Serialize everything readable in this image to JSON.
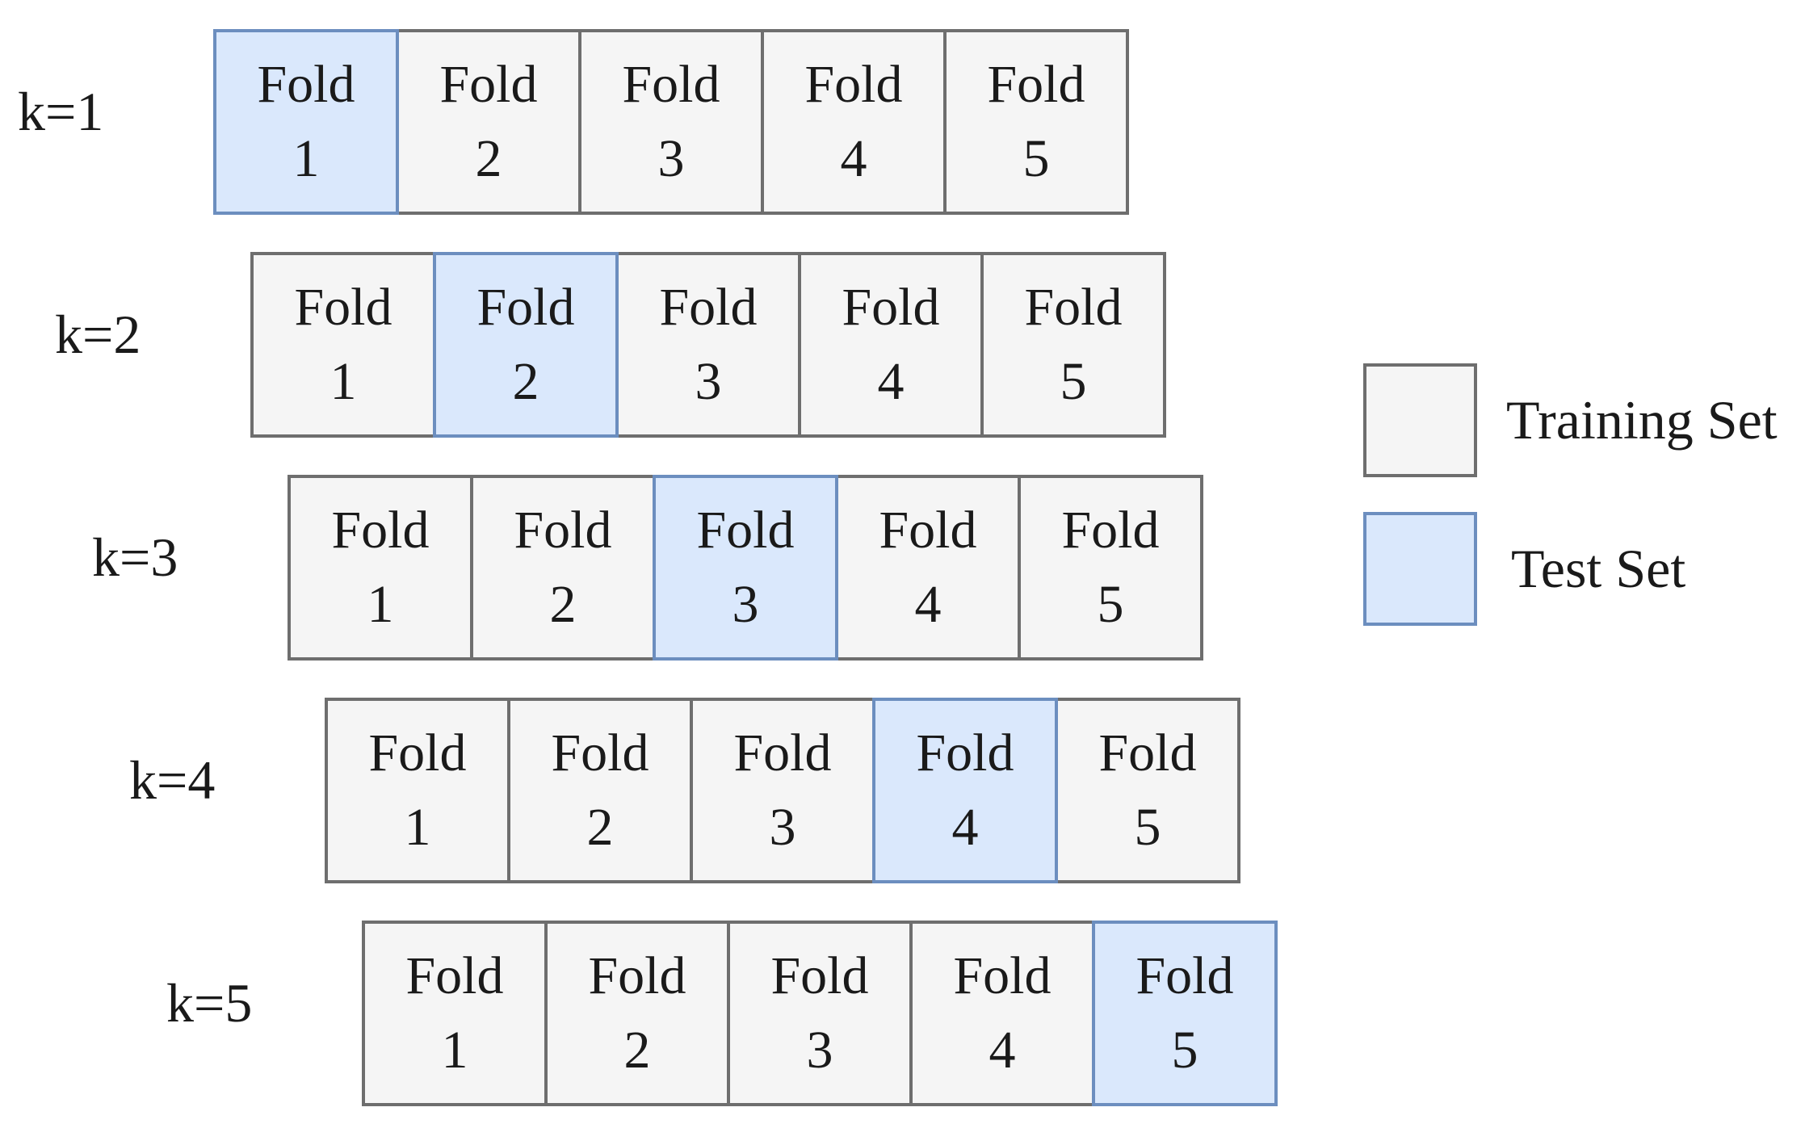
{
  "fold_word": "Fold",
  "folds": [
    "1",
    "2",
    "3",
    "4",
    "5"
  ],
  "rows": [
    {
      "label": "k=1",
      "test_fold": 1
    },
    {
      "label": "k=2",
      "test_fold": 2
    },
    {
      "label": "k=3",
      "test_fold": 3
    },
    {
      "label": "k=4",
      "test_fold": 4
    },
    {
      "label": "k=5",
      "test_fold": 5
    }
  ],
  "legend": {
    "training": {
      "label": "Training Set",
      "fill": "#f5f5f5",
      "stroke": "#6e6e6e"
    },
    "test": {
      "label": "Test Set",
      "fill": "#dae8fc",
      "stroke": "#6c8ebf"
    }
  }
}
